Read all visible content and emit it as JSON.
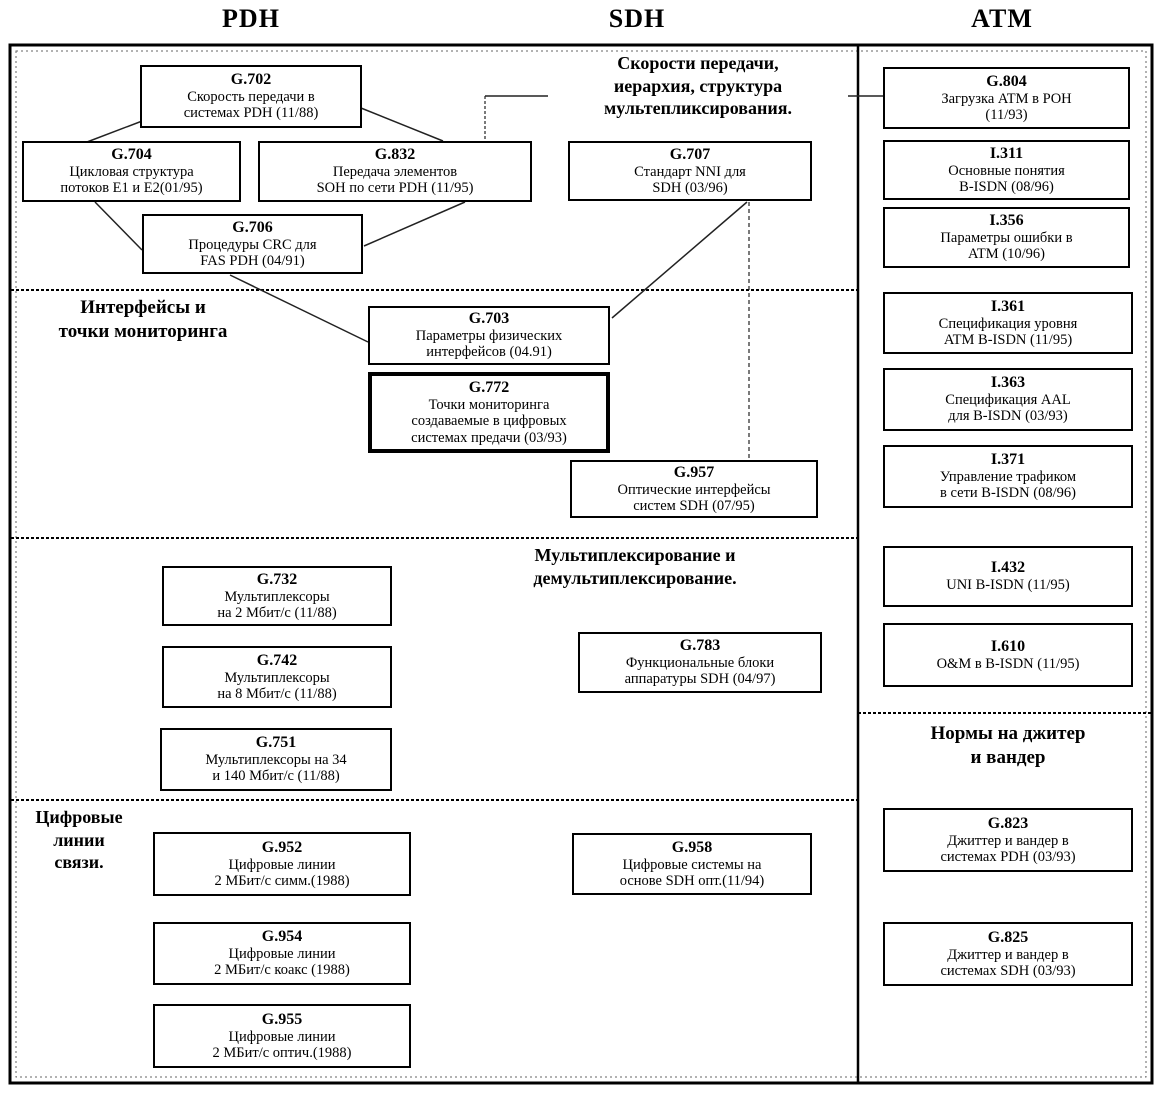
{
  "headers": {
    "pdh": "PDH",
    "sdh": "SDH",
    "atm": "ATM"
  },
  "section_labels": {
    "speeds": [
      "Скорости передачи,",
      "иерархия, структура",
      "мультепликсирования."
    ],
    "interfaces": [
      "Интерфейсы и",
      "точки мониторинга"
    ],
    "mux": [
      "Мультиплексирование и",
      "демультиплексирование."
    ],
    "digital": [
      "Цифровые",
      "линии",
      "связи."
    ],
    "norms": [
      "Нормы на джитер",
      "и вандер"
    ]
  },
  "boxes": {
    "g702": {
      "title": "G.702",
      "lines": [
        "Скорость передачи в",
        "системах PDH (11/88)"
      ]
    },
    "g704": {
      "title": "G.704",
      "lines": [
        "Цикловая структура",
        "потоков E1 и E2(01/95)"
      ]
    },
    "g832": {
      "title": "G.832",
      "lines": [
        "Передача элементов",
        "SOH по сети PDH (11/95)"
      ]
    },
    "g706": {
      "title": "G.706",
      "lines": [
        "Процедуры CRC для",
        "FAS PDH (04/91)"
      ]
    },
    "g707": {
      "title": "G.707",
      "lines": [
        "Стандарт NNI для",
        "SDH (03/96)"
      ]
    },
    "g804": {
      "title": "G.804",
      "lines": [
        "Загрузка ATM в POH",
        "(11/93)"
      ]
    },
    "i311": {
      "title": "I.311",
      "lines": [
        "Основные понятия",
        "B-ISDN (08/96)"
      ]
    },
    "i356": {
      "title": "I.356",
      "lines": [
        "Параметры ошибки в",
        "ATM (10/96)"
      ]
    },
    "g703": {
      "title": "G.703",
      "lines": [
        "Параметры физических",
        "интерфейсов (04.91)"
      ]
    },
    "g772": {
      "title": "G.772",
      "lines": [
        "Точки мониторинга",
        "создаваемые в цифровых",
        "системах предачи (03/93)"
      ]
    },
    "g957": {
      "title": "G.957",
      "lines": [
        "Оптические интерфейсы",
        "систем SDH (07/95)"
      ]
    },
    "i361": {
      "title": "I.361",
      "lines": [
        "Спецификация уровня",
        "ATM B-ISDN (11/95)"
      ]
    },
    "i363": {
      "title": "I.363",
      "lines": [
        "Спецификация AAL",
        "для B-ISDN (03/93)"
      ]
    },
    "i371": {
      "title": "I.371",
      "lines": [
        "Управление трафиком",
        "в сети B-ISDN (08/96)"
      ]
    },
    "g732": {
      "title": "G.732",
      "lines": [
        "Мультиплексоры",
        "на 2 Мбит/с (11/88)"
      ]
    },
    "g742": {
      "title": "G.742",
      "lines": [
        "Мультиплексоры",
        "на 8 Мбит/с (11/88)"
      ]
    },
    "g751": {
      "title": "G.751",
      "lines": [
        "Мультиплексоры на 34",
        "и 140 Мбит/с (11/88)"
      ]
    },
    "g783": {
      "title": "G.783",
      "lines": [
        "Функциональные блоки",
        "аппаратуры SDH (04/97)"
      ]
    },
    "i432": {
      "title": "I.432",
      "lines": [
        "UNI B-ISDN (11/95)"
      ]
    },
    "i610": {
      "title": "I.610",
      "lines": [
        "O&M в B-ISDN (11/95)"
      ]
    },
    "g952": {
      "title": "G.952",
      "lines": [
        "Цифровые линии",
        "2 МБит/с симм.(1988)"
      ]
    },
    "g954": {
      "title": "G.954",
      "lines": [
        "Цифровые линии",
        "2 МБит/с коакс (1988)"
      ]
    },
    "g955": {
      "title": "G.955",
      "lines": [
        "Цифровые линии",
        "2 МБит/с оптич.(1988)"
      ]
    },
    "g958": {
      "title": "G.958",
      "lines": [
        "Цифровые системы на",
        "основе SDH опт.(11/94)"
      ]
    },
    "g823": {
      "title": "G.823",
      "lines": [
        "Джиттер и вандер в",
        "системах PDH (03/93)"
      ]
    },
    "g825": {
      "title": "G.825",
      "lines": [
        "Джиттер и вандер в",
        "системах SDH (03/93)"
      ]
    }
  },
  "colors": {
    "ink": "#000000",
    "wire": "#222222",
    "paper": "#ffffff"
  }
}
